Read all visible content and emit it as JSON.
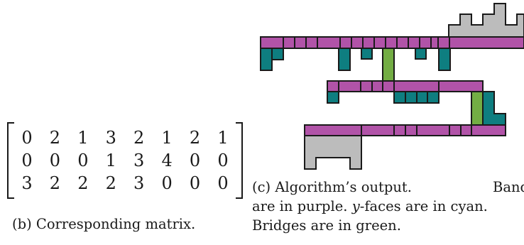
{
  "matrix": {
    "rows": [
      [
        "0",
        "2",
        "1",
        "3",
        "2",
        "1",
        "2",
        "1"
      ],
      [
        "0",
        "0",
        "0",
        "1",
        "3",
        "4",
        "0",
        "0"
      ],
      [
        "3",
        "2",
        "2",
        "2",
        "3",
        "0",
        "0",
        "0"
      ]
    ]
  },
  "caption_b": "(b) Corresponding matrix.",
  "caption_c": {
    "line1_left": "(c) Algorithm’s output.",
    "line1_right": "Bands",
    "line2_pre": "are in purple.",
    "line2_var": "y",
    "line2_post": "-faces are in cyan.",
    "line3": "Bridges are in green."
  },
  "colors": {
    "band": "#b153a8",
    "yface": "#0e7e80",
    "bridge": "#73ad44",
    "outline": "#bcbcbc",
    "stroke": "#1a1a1a"
  }
}
